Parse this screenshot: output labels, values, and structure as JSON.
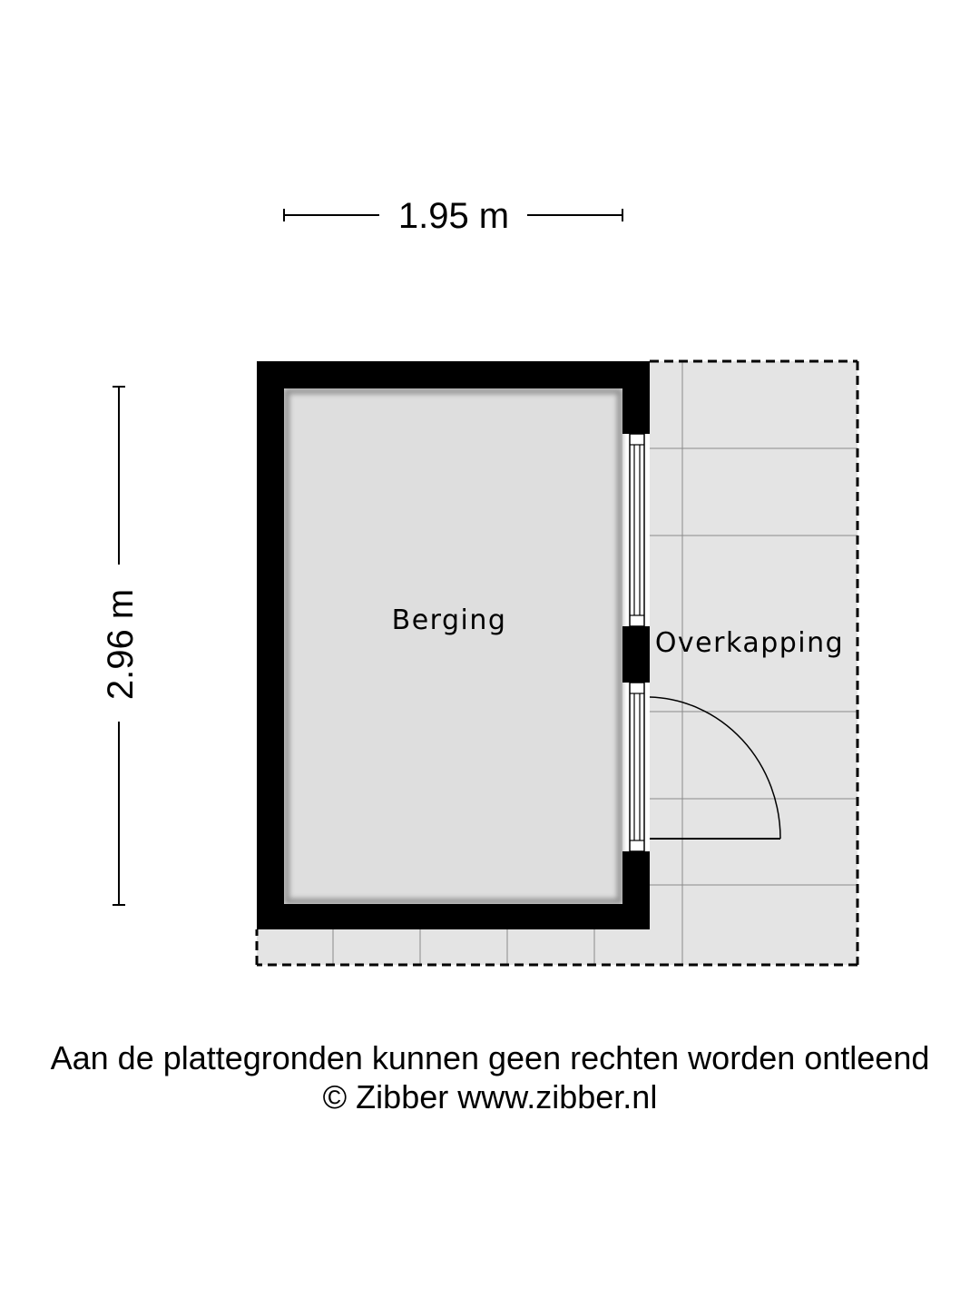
{
  "dimensions": {
    "width": "1.95 m",
    "height": "2.96 m"
  },
  "rooms": {
    "berging": "Berging",
    "overkapping": "Overkapping"
  },
  "footer": {
    "disclaimer": "Aan de plattegronden kunnen geen rechten worden ontleend",
    "copyright": "© Zibber www.zibber.nl"
  },
  "colors": {
    "wall": "#000000",
    "floor": "#dedede",
    "covered_area": "#e4e4e4",
    "tile_lines": "#8a8a8a"
  }
}
